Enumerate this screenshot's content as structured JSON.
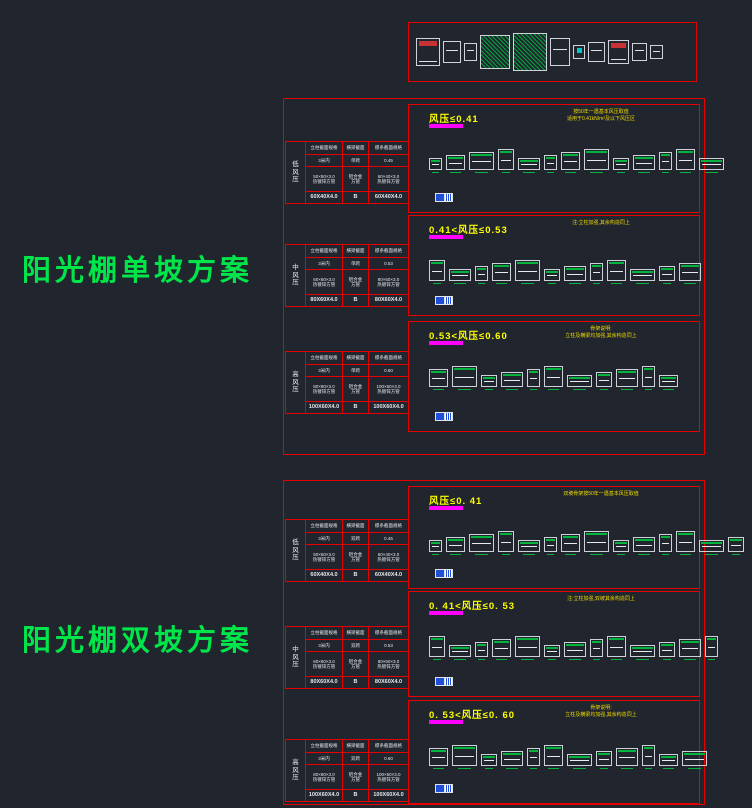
{
  "colors": {
    "background": "#20252e",
    "frame_red": "#e60000",
    "title_green": "#00e64a",
    "header_yellow": "#ffff00",
    "underline_magenta": "#ff00ff",
    "note_yellow": "#f0dc00",
    "flag_blue": "#1e4fd6"
  },
  "top_strip": {
    "thumbs": 11
  },
  "sections": [
    {
      "title": "阳光棚单坡方案",
      "bands": [
        {
          "header": "风压≤0.41",
          "note": [
            "按50年一遇基本风压取值",
            "适用于0.41kN/m²及以下风压区"
          ],
          "thumbs": 13
        },
        {
          "header": "0.41<风压≤0.53",
          "note": [
            "注:立柱加强,其余构造同上"
          ],
          "thumbs": 12
        },
        {
          "header": "0.53<风压≤0.60",
          "note": [
            "骨架说明:",
            "立柱及横梁均加强,其余构造同上"
          ],
          "thumbs": 11
        }
      ],
      "tables": [
        {
          "label": "低风压",
          "header": [
            "立柱截面规格",
            "横梁截面",
            "檩条截面规格"
          ],
          "rows": [
            [
              {
                "t": "3米内",
                "c": "w"
              },
              {
                "t": "单跨",
                "c": "w"
              },
              {
                "t": "0.45",
                "c": "w"
              }
            ],
            [
              {
                "t": "50×50×3.0\n热镀锌方管",
                "c": "r"
              },
              {
                "t": "铝合金\n方管",
                "c": "w"
              },
              {
                "t": "60×40×3.0\n热镀锌方管",
                "c": "r"
              }
            ]
          ],
          "footer": [
            {
              "t": "60X40X4.0",
              "c": "y"
            },
            {
              "t": "B",
              "c": "b"
            },
            {
              "t": "60X40X4.0",
              "c": "y"
            }
          ]
        },
        {
          "label": "中风压",
          "header": [
            "立柱截面规格",
            "横梁截面",
            "檩条截面规格"
          ],
          "rows": [
            [
              {
                "t": "3米内",
                "c": "w"
              },
              {
                "t": "单跨",
                "c": "w"
              },
              {
                "t": "0.53",
                "c": "w"
              }
            ],
            [
              {
                "t": "60×60×3.0\n热镀锌方管",
                "c": "r"
              },
              {
                "t": "铝合金\n方管",
                "c": "w"
              },
              {
                "t": "80×60×3.0\n热镀锌方管",
                "c": "r"
              }
            ]
          ],
          "footer": [
            {
              "t": "80X60X4.0",
              "c": "r"
            },
            {
              "t": "B",
              "c": "b"
            },
            {
              "t": "80X60X4.0",
              "c": "r"
            }
          ]
        },
        {
          "label": "高风压",
          "header": [
            "立柱截面规格",
            "横梁截面",
            "檩条截面规格"
          ],
          "rows": [
            [
              {
                "t": "3米内",
                "c": "w"
              },
              {
                "t": "单跨",
                "c": "w"
              },
              {
                "t": "0.60",
                "c": "w"
              }
            ],
            [
              {
                "t": "80×80×3.0\n热镀锌方管",
                "c": "r"
              },
              {
                "t": "铝合金\n方管",
                "c": "w"
              },
              {
                "t": "100×60×3.0\n热镀锌方管",
                "c": "r"
              }
            ]
          ],
          "footer": [
            {
              "t": "100X60X4.0",
              "c": "y"
            },
            {
              "t": "B",
              "c": "b"
            },
            {
              "t": "100X60X4.0",
              "c": "r"
            }
          ]
        }
      ]
    },
    {
      "title": "阳光棚双坡方案",
      "bands": [
        {
          "header": "风压≤0. 41",
          "note": [
            "双坡骨架按50年一遇基本风压取值"
          ],
          "thumbs": 14
        },
        {
          "header": "0. 41<风压≤0. 53",
          "note": [
            "注:立柱加强,双坡其余构造同上"
          ],
          "thumbs": 13
        },
        {
          "header": "0. 53<风压≤0. 60",
          "note": [
            "骨架说明:",
            "立柱及横梁均加强,其余构造同上"
          ],
          "thumbs": 12
        }
      ],
      "tables": [
        {
          "label": "低风压",
          "header": [
            "立柱截面规格",
            "横梁截面",
            "檩条截面规格"
          ],
          "rows": [
            [
              {
                "t": "3米内",
                "c": "w"
              },
              {
                "t": "双跨",
                "c": "w"
              },
              {
                "t": "0.45",
                "c": "w"
              }
            ],
            [
              {
                "t": "50×50×3.0\n热镀锌方管",
                "c": "r"
              },
              {
                "t": "铝合金\n方管",
                "c": "w"
              },
              {
                "t": "60×40×3.0\n热镀锌方管",
                "c": "r"
              }
            ]
          ],
          "footer": [
            {
              "t": "60X40X4.0",
              "c": "y"
            },
            {
              "t": "B",
              "c": "b"
            },
            {
              "t": "60X40X4.0",
              "c": "y"
            }
          ]
        },
        {
          "label": "中风压",
          "header": [
            "立柱截面规格",
            "横梁截面",
            "檩条截面规格"
          ],
          "rows": [
            [
              {
                "t": "3米内",
                "c": "w"
              },
              {
                "t": "双跨",
                "c": "w"
              },
              {
                "t": "0.53",
                "c": "w"
              }
            ],
            [
              {
                "t": "60×60×3.0\n热镀锌方管",
                "c": "r"
              },
              {
                "t": "铝合金\n方管",
                "c": "w"
              },
              {
                "t": "80×60×3.0\n热镀锌方管",
                "c": "r"
              }
            ]
          ],
          "footer": [
            {
              "t": "80X60X4.0",
              "c": "r"
            },
            {
              "t": "B",
              "c": "b"
            },
            {
              "t": "80X60X4.0",
              "c": "r"
            }
          ]
        },
        {
          "label": "高风压",
          "header": [
            "立柱截面规格",
            "横梁截面",
            "檩条截面规格"
          ],
          "rows": [
            [
              {
                "t": "3米内",
                "c": "w"
              },
              {
                "t": "双跨",
                "c": "w"
              },
              {
                "t": "0.60",
                "c": "w"
              }
            ],
            [
              {
                "t": "80×80×3.0\n热镀锌方管",
                "c": "r"
              },
              {
                "t": "铝合金\n方管",
                "c": "w"
              },
              {
                "t": "100×60×3.0\n热镀锌方管",
                "c": "r"
              }
            ]
          ],
          "footer": [
            {
              "t": "100X60X4.0",
              "c": "y"
            },
            {
              "t": "B",
              "c": "b"
            },
            {
              "t": "100X60X4.0",
              "c": "r"
            }
          ]
        }
      ]
    }
  ]
}
